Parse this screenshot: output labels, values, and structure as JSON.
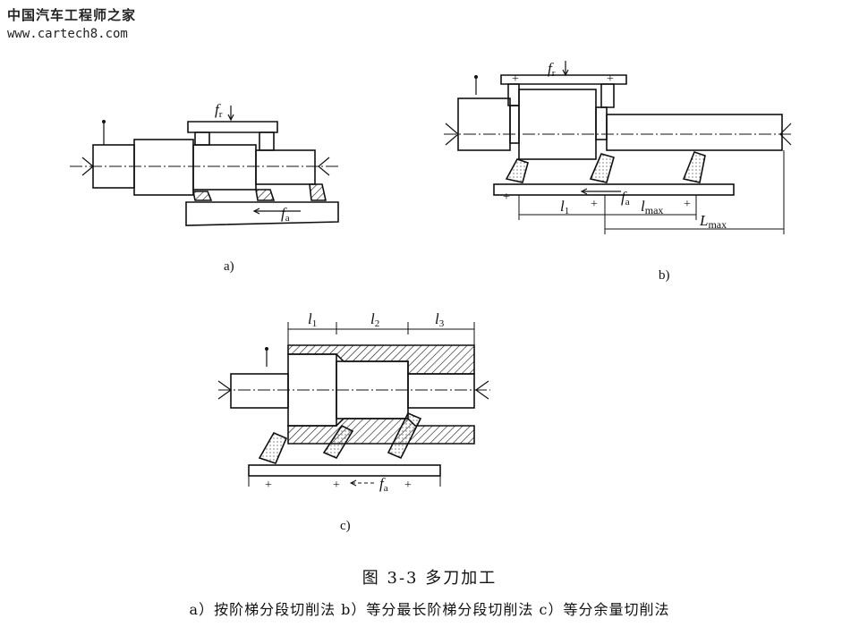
{
  "watermark": {
    "site_cn": "中国汽车工程师之家",
    "url": "www.cartech8.com"
  },
  "figure": {
    "title": "图 3-3    多刀加工",
    "subtitle": "a）按阶梯分段切削法    b）等分最长阶梯分段切削法    c）等分余量切削法",
    "panel_a": {
      "label": "a)",
      "fr_main": "f",
      "fr_sub": "r",
      "fa_main": "f",
      "fa_sub": "a"
    },
    "panel_b": {
      "label": "b)",
      "fr_main": "f",
      "fr_sub": "r",
      "fa_main": "f",
      "fa_sub": "a",
      "l1_main": "l",
      "l1_sub": "1",
      "lmax_main": "l",
      "lmax_sub": "max",
      "Lmax_main": "L",
      "Lmax_sub": "max",
      "plus": "+"
    },
    "panel_c": {
      "label": "c)",
      "l1_main": "l",
      "l1_sub": "1",
      "l2_main": "l",
      "l2_sub": "2",
      "l3_main": "l",
      "l3_sub": "3",
      "fa_main": "f",
      "fa_sub": "a",
      "plus": "+"
    }
  }
}
